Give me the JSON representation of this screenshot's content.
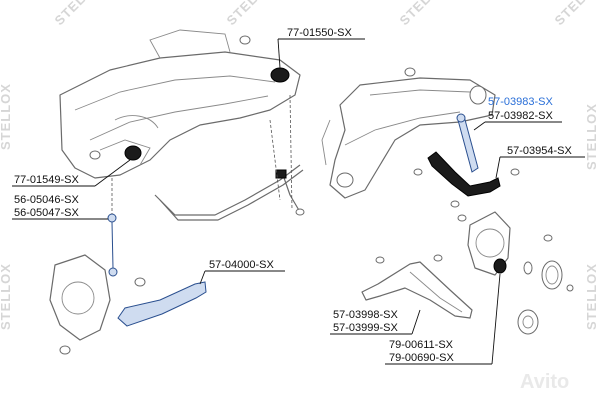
{
  "watermark": {
    "brand": "STELLOX",
    "site": "Avito"
  },
  "parts": {
    "sub_frame_bushing_upper": "77-01550-SX",
    "sub_frame_bushing_left": "77-01549-SX",
    "stabilizer_link_a": "56-05046-SX",
    "stabilizer_link_b": "56-05047-SX",
    "lower_arm_left": "57-04000-SX",
    "upper_link_a": "57-03983-SX",
    "upper_link_b": "57-03982-SX",
    "camber_arm": "57-03954-SX",
    "wishbone_a": "57-03998-SX",
    "wishbone_b": "57-03999-SX",
    "hub_bushing_a": "79-00611-SX",
    "hub_bushing_b": "79-00690-SX"
  },
  "colors": {
    "highlight_dark": "#1b1b1b",
    "highlight_blue": "#2a6fd8",
    "line_art": "#6b6b6b"
  }
}
